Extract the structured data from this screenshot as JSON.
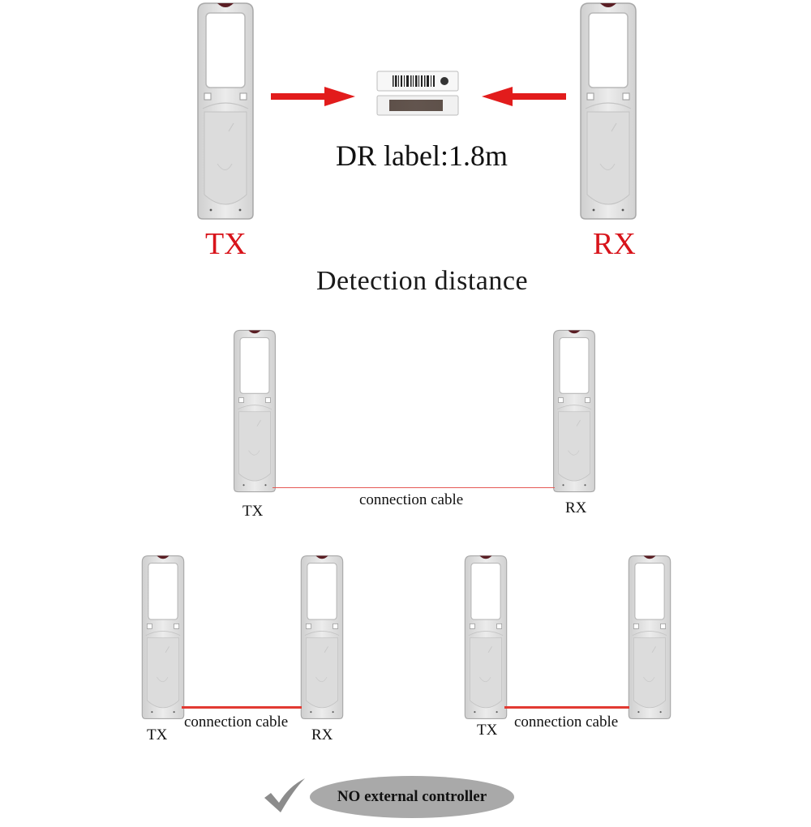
{
  "top": {
    "tx_label": "TX",
    "rx_label": "RX",
    "tag_caption": "DR label:1.8m",
    "section_title": "Detection distance"
  },
  "middle": {
    "tx_label": "TX",
    "rx_label": "RX",
    "cable_label": "connection cable"
  },
  "bottom_left": {
    "tx_label": "TX",
    "rx_label": "RX",
    "cable_label": "connection cable"
  },
  "bottom_right": {
    "tx_label": "TX",
    "cable_label": "connection cable"
  },
  "footer": {
    "badge_text": "NO external controller"
  },
  "colors": {
    "accent_red": "#d8141b",
    "gate_body": "#e2e2e2",
    "badge_gray": "#a9a9a9"
  },
  "icons": {
    "gate": "eas-antenna-gate-icon",
    "arrow": "red-arrow-icon",
    "check": "check-mark-icon",
    "tag": "dr-label-tag-icon"
  }
}
